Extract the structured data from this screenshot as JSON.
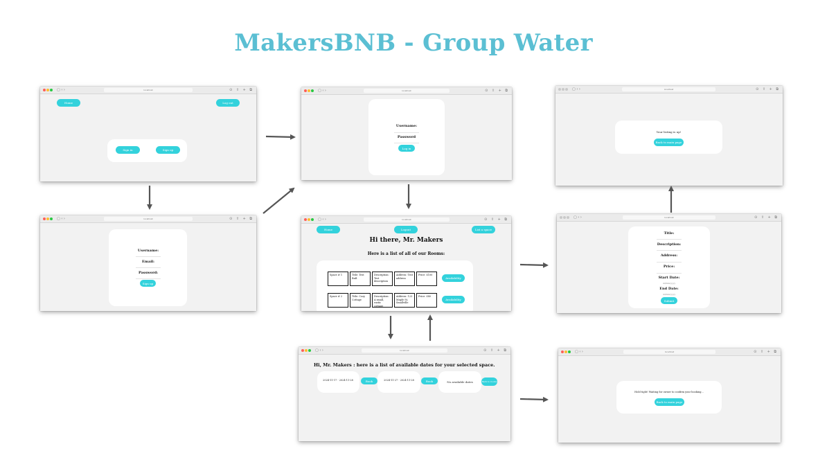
{
  "title": "MakersBNB - Group Water",
  "browser": {
    "url": "localhost",
    "nav_glyphs": "▢ ‹ ›",
    "toolbar_glyphs": "⊙ ⇪ + ⧉"
  },
  "screens": {
    "landing": {
      "home": "Home",
      "logout": "Log out",
      "sign_in": "Sign in",
      "sign_up": "Sign up"
    },
    "signup": {
      "username": "Username:",
      "email": "Email:",
      "password": "Password:",
      "submit": "Sign up"
    },
    "login": {
      "username": "Username:",
      "password": "Password",
      "submit": "Log in"
    },
    "rooms": {
      "home": "Home",
      "logout": "Logout",
      "list_space": "List a space",
      "greeting": "Hi there, Mr. Makers",
      "subtitle": "Here is a list of all of our Rooms:",
      "rows": [
        {
          "space": "Space # 1",
          "title": "Title: Test BnB",
          "description": "Description: Test description",
          "address": "Address: Test address",
          "price": "Price: £100",
          "action": "Availability"
        },
        {
          "space": "Space # 2",
          "title": "Title: Cozy Cottage",
          "description": "Description: A small, rustic cottage",
          "address": "Address: 123 Maple St, Smallville",
          "price": "Price: £80",
          "action": "Availability"
        }
      ]
    },
    "availability": {
      "heading": "Hi, Mr. Makers : here is a list of available dates for your selected space.",
      "dates": [
        {
          "range": "2024-11-17 - 2024-11-28",
          "action": "Book"
        },
        {
          "range": "2024-11-27 - 2024-11-28",
          "action": "Book"
        }
      ],
      "none": "No available dates",
      "back": "Back to rooms"
    },
    "new_listing": {
      "title": "Title:",
      "description": "Description:",
      "address": "Address:",
      "price": "Price:",
      "start_date": "Start Date:",
      "end_date": "End Date:",
      "date_placeholder": "dd/mm/yyyy",
      "submit": "Submit"
    },
    "listing_up": {
      "message": "Your listing is up!",
      "back": "Back to main page"
    },
    "booking_pending": {
      "message": "Hold tight! Waiting for owner to confirm your booking...",
      "back": "Back to main page"
    }
  }
}
